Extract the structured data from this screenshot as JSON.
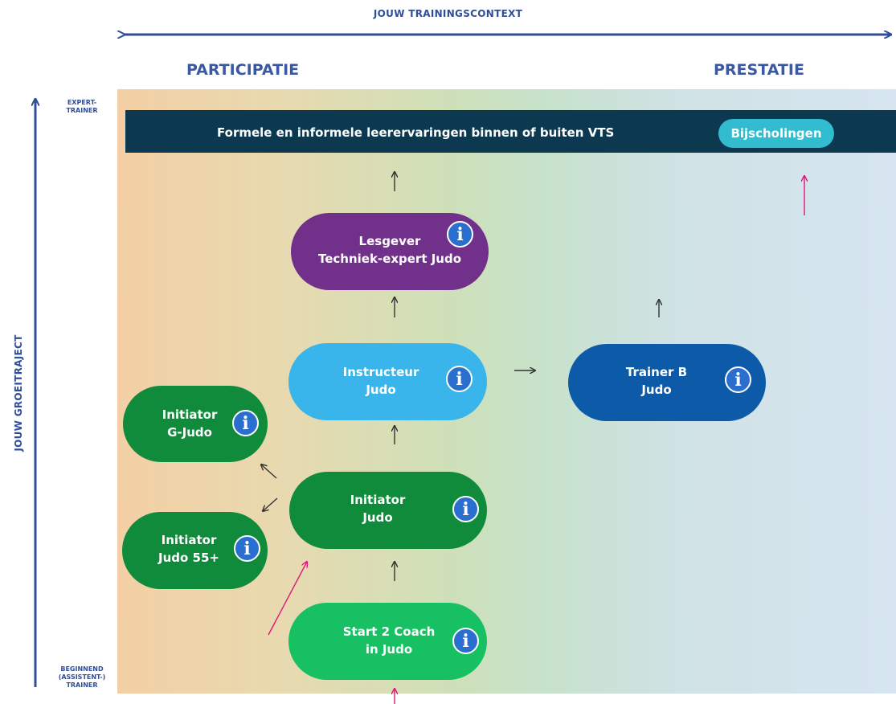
{
  "axis": {
    "x_title": "JOUW TRAININGSCONTEXT",
    "x_left": "PARTICIPATIE",
    "x_right": "PRESTATIE",
    "y_title": "JOUW GROEITRAJECT",
    "y_top": [
      "EXPERT-",
      "TRAINER"
    ],
    "y_bottom": [
      "BEGINNEND",
      "(ASSISTENT-)",
      "TRAINER"
    ]
  },
  "banner": {
    "text": "Formele en informele leerervaringen binnen of buiten VTS",
    "button": "Bijscholingen"
  },
  "nodes": {
    "lesgever": [
      "Lesgever",
      "Techniek-expert Judo"
    ],
    "instructeur": [
      "Instructeur",
      "Judo"
    ],
    "trainer_b": [
      "Trainer B",
      "Judo"
    ],
    "initiator_g": [
      "Initiator",
      "G-Judo"
    ],
    "initiator": [
      "Initiator",
      "Judo"
    ],
    "initiator_55": [
      "Initiator",
      "Judo 55+"
    ],
    "start2coach": [
      "Start 2 Coach",
      "in Judo"
    ]
  },
  "info_glyph": "i",
  "colors": {
    "axis": "#2f4e96",
    "banner": "#0c3850",
    "bijscholingen": "#31bccf",
    "lesgever": "#71308a",
    "instructeur": "#3ab5ec",
    "trainer_b": "#0d5ba8",
    "initiator": "#108a3b",
    "start2coach": "#17c063",
    "pink_arrow": "#e0167a"
  }
}
